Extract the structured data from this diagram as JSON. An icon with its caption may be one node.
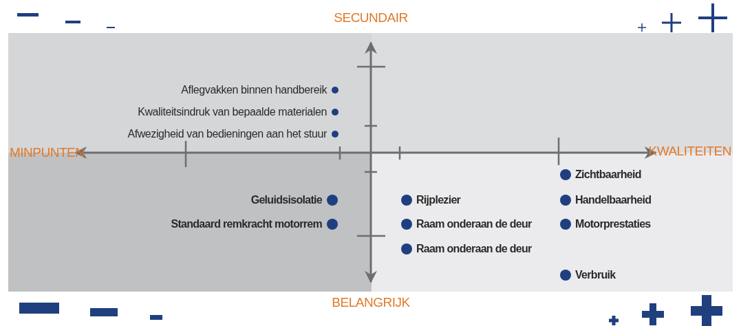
{
  "diagram": {
    "labels": [
      "SECUNDAIR",
      "Aflegvakken binnen handbereik",
      "Kwaliteitsindruk van bepaalde materialen",
      "Afwezigheid van bedieningen aan het stuur",
      "MINPUNTEN",
      "KWALITEITEN",
      "Zichtbaarheid",
      "Geluidsisolatie",
      "Rijplezier",
      "Handelbaarheid",
      "Standaard remkracht motorrem",
      "Raam onderaan de deur",
      "Motorprestaties",
      "Raam onderaan de deur",
      "Verbruik",
      "BELANGRIJK"
    ]
  }
}
